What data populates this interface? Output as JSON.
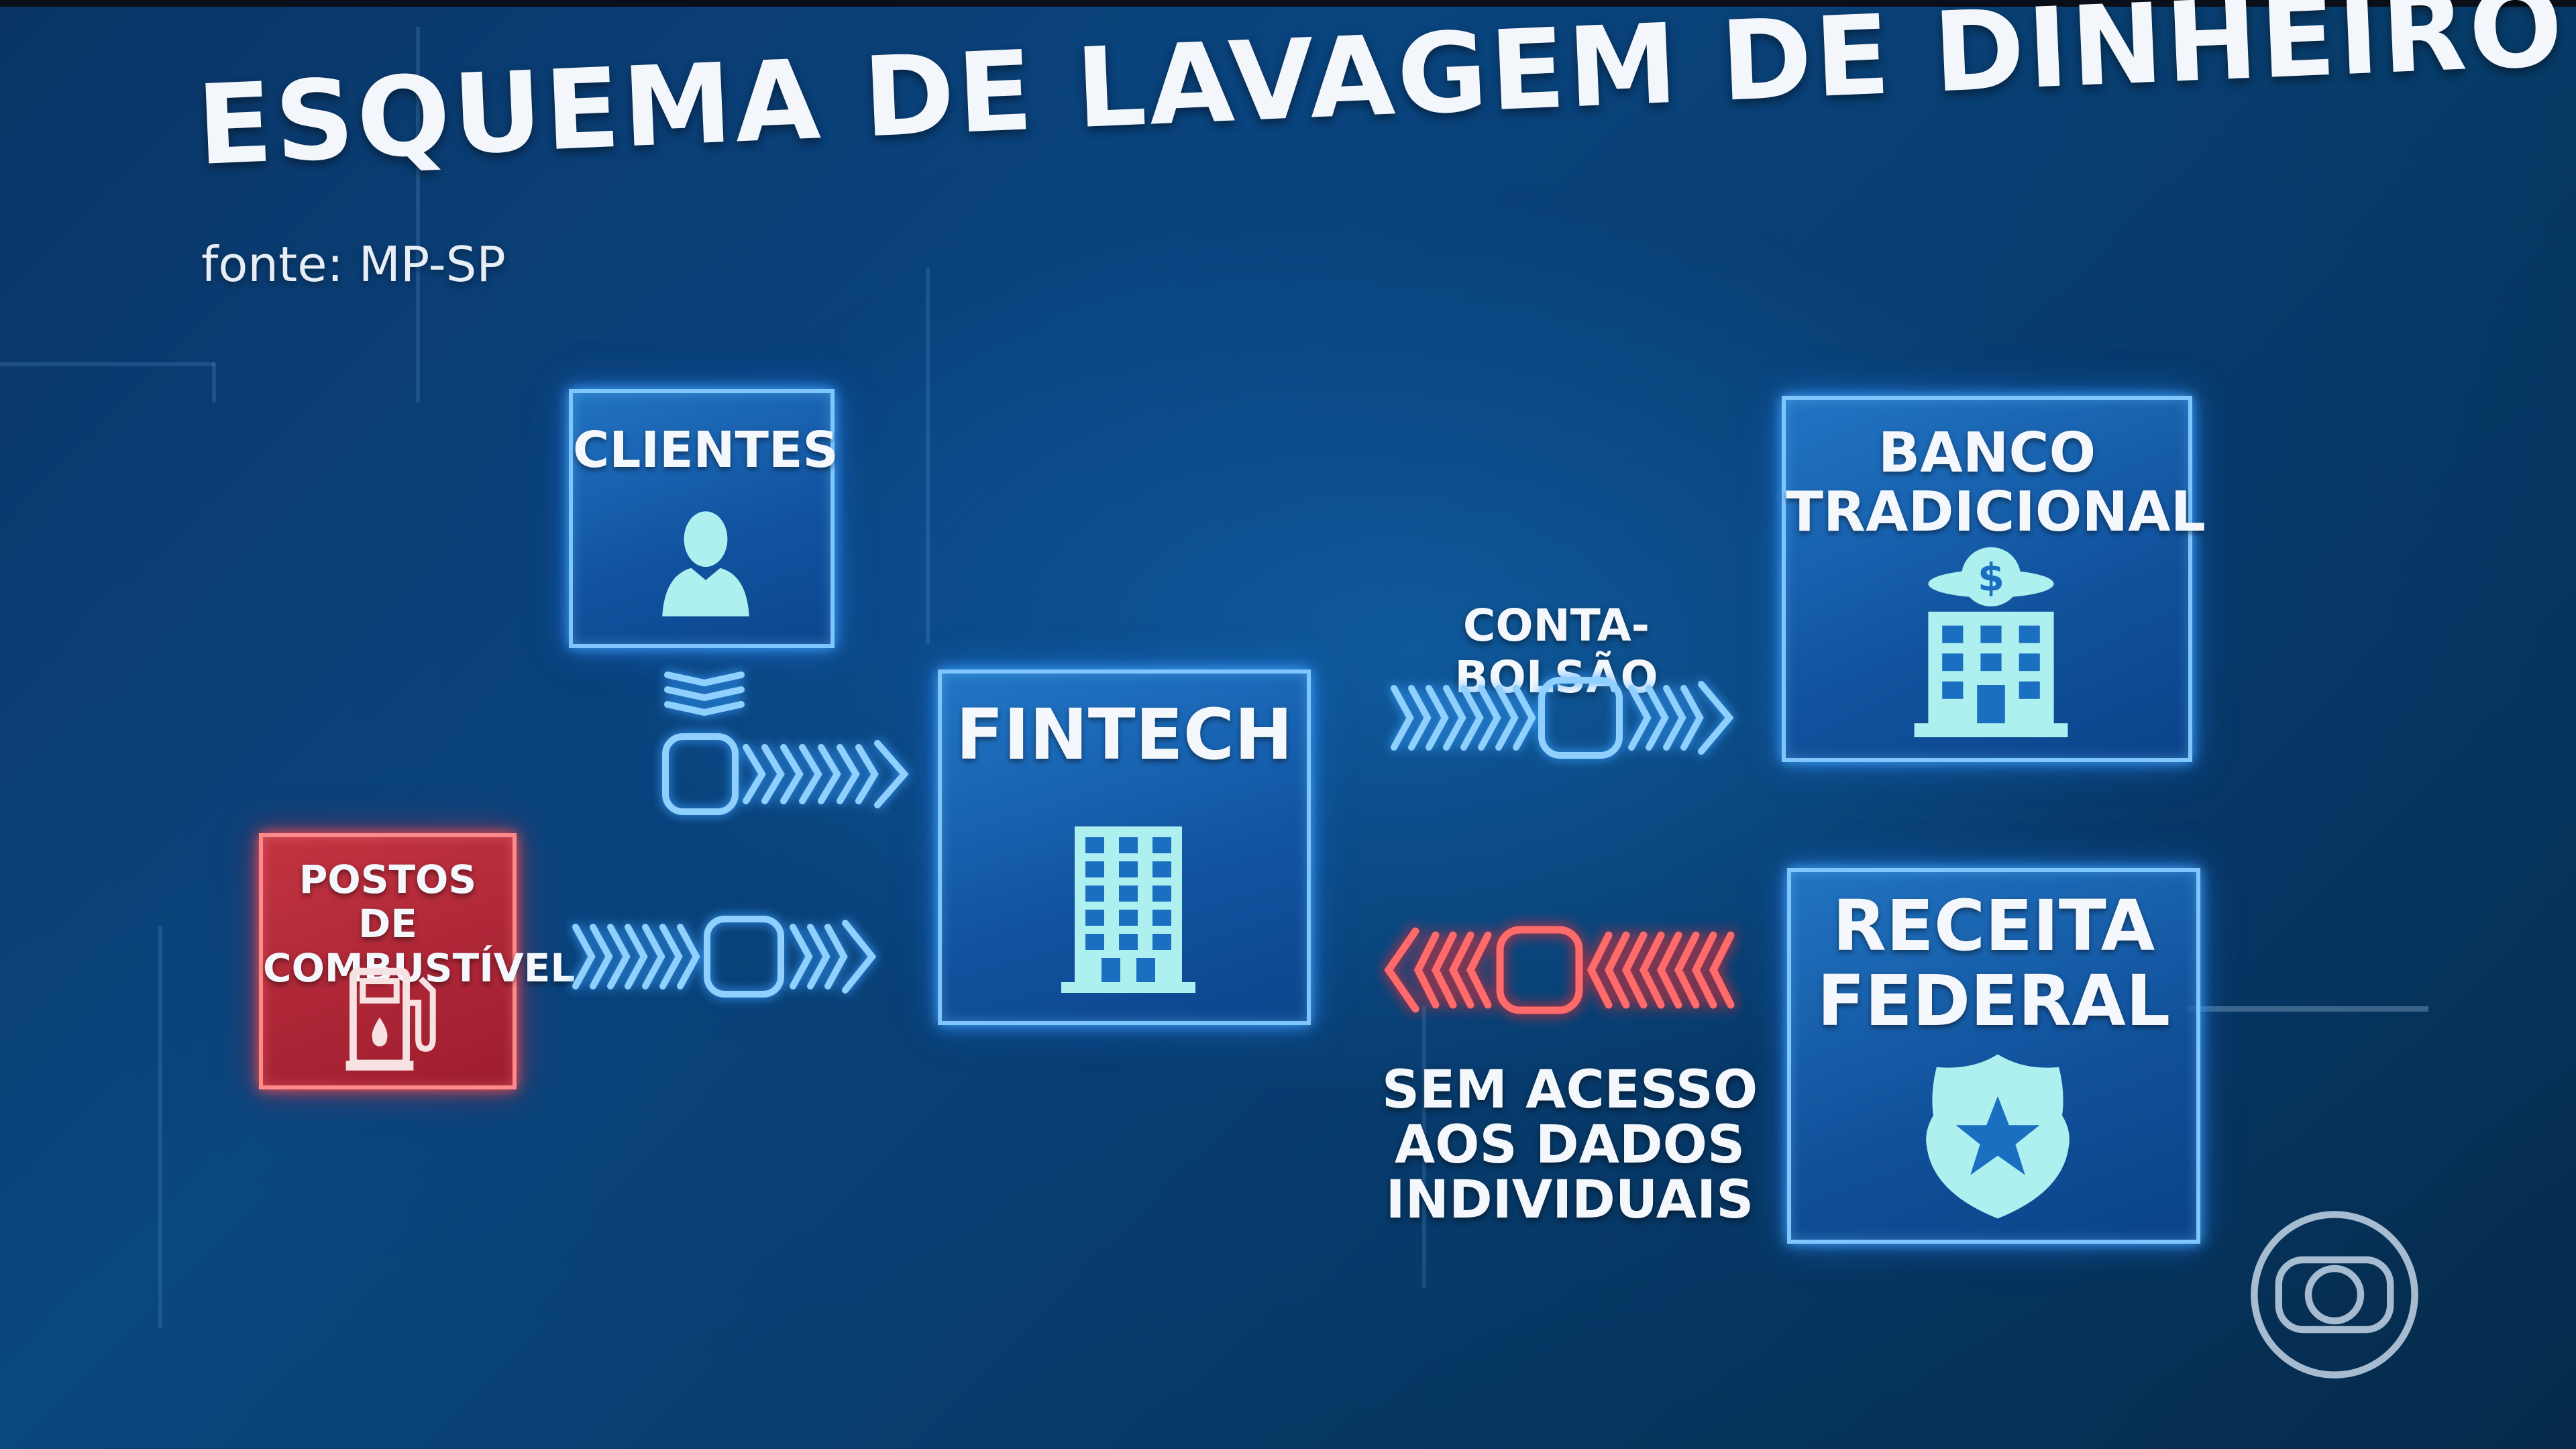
{
  "title": "ESQUEMA DE LAVAGEM DE DINHEIRO",
  "source": "fonte: MP-SP",
  "nodes": {
    "clientes": {
      "label": "CLIENTES",
      "icon": "person-icon"
    },
    "postos": {
      "label": "POSTOS DE\nCOMBUSTÍVEL",
      "icon": "fuel-pump-icon"
    },
    "fintech": {
      "label": "FINTECH",
      "icon": "office-building-icon"
    },
    "banco": {
      "label": "BANCO\nTRADICIONAL",
      "icon": "bank-dollar-icon"
    },
    "receita": {
      "label": "RECEITA\nFEDERAL",
      "icon": "police-badge-star-icon"
    }
  },
  "edges": {
    "conta_bolsao": {
      "label": "CONTA-BOLSÃO"
    },
    "sem_acesso": {
      "label": "SEM ACESSO\nAOS DADOS\nINDIVIDUAIS"
    }
  },
  "colors": {
    "blue_glow": "#7fc6ff",
    "red_glow": "#ff5a5a",
    "icon": "#aef0f0"
  },
  "logo": "broadcaster-logo-icon"
}
